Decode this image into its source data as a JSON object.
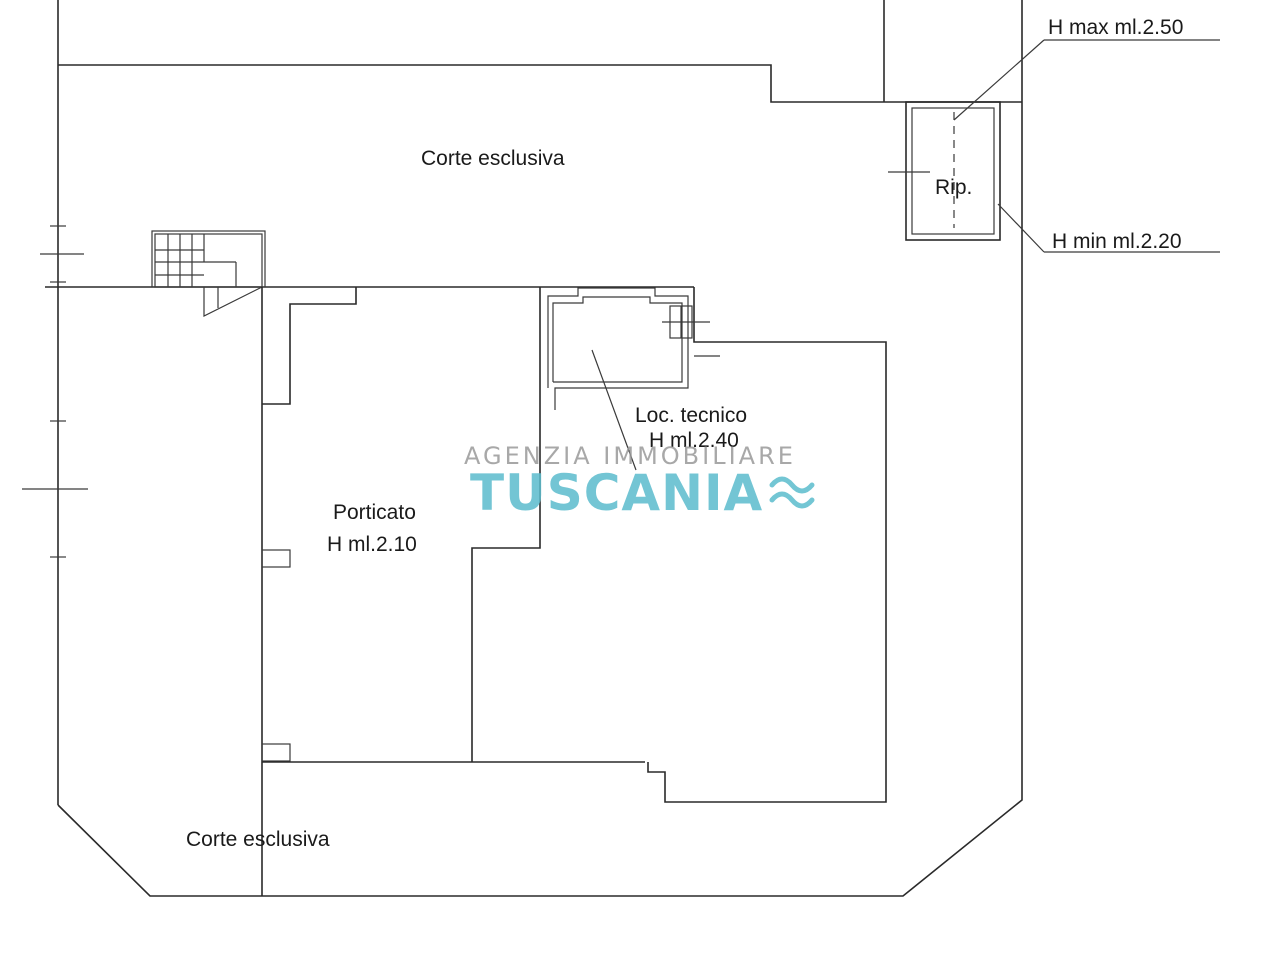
{
  "rooms": {
    "corte_top": "Corte esclusiva",
    "rip": "Rip.",
    "loc_tecnico_name": "Loc. tecnico",
    "loc_tecnico_height": "H ml.2.40",
    "porticato_name": "Porticato",
    "porticato_height": "H ml.2.10",
    "corte_bottom": "Corte esclusiva"
  },
  "dimensions": {
    "h_max": "H max ml.2.50",
    "h_min": "H min ml.2.20"
  },
  "watermark": {
    "line1": "AGENZIA IMMOBILIARE",
    "line2": "TUSCANIA",
    "color": "#5bbccd"
  }
}
